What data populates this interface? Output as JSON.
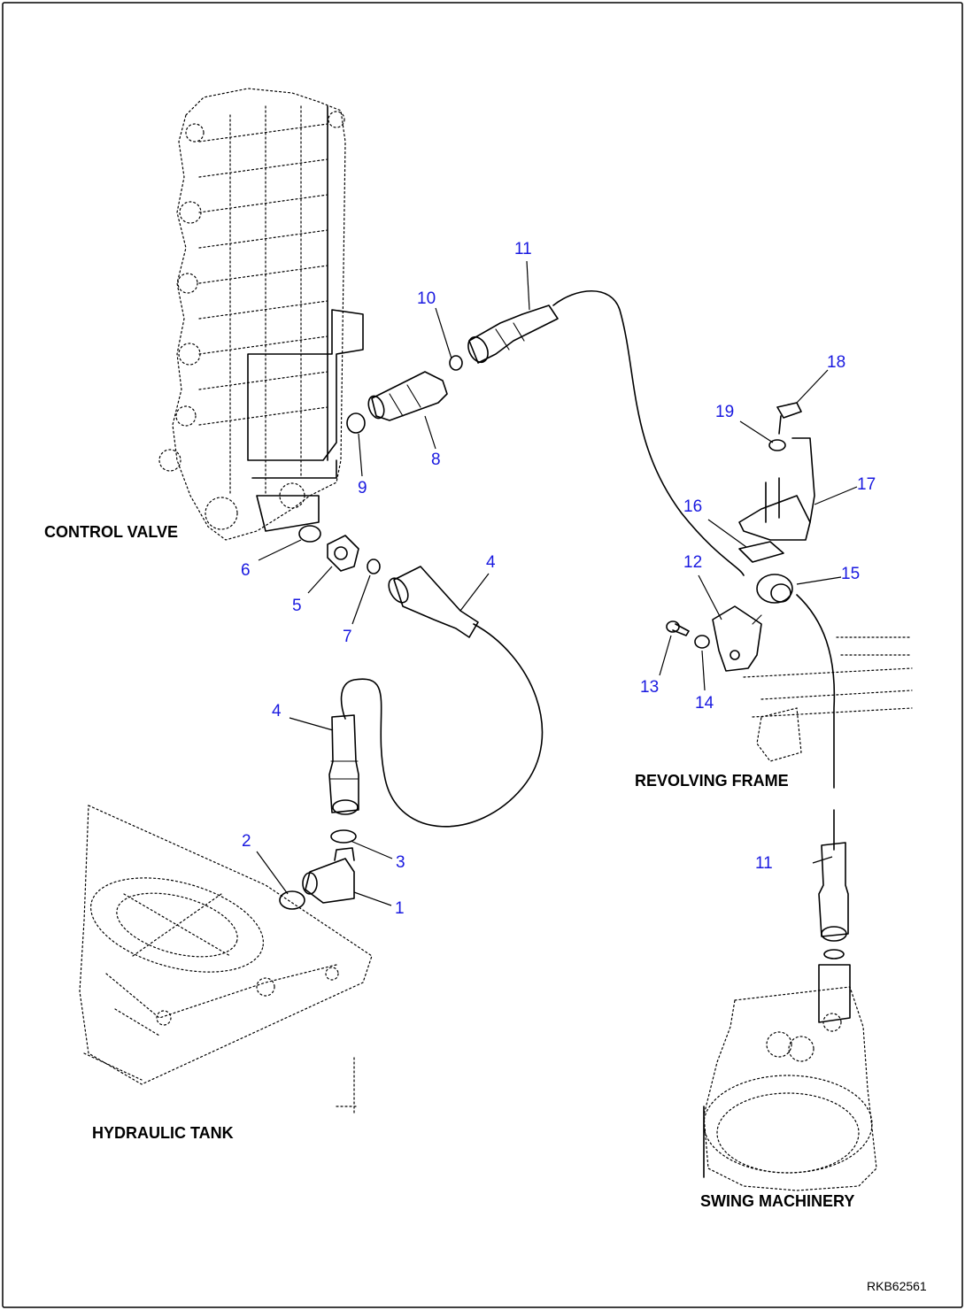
{
  "regions": {
    "control_valve": "CONTROL VALVE",
    "hydraulic_tank": "HYDRAULIC TANK",
    "revolving_frame": "REVOLVING FRAME",
    "swing_machinery": "SWING MACHINERY"
  },
  "callouts": {
    "c1": "1",
    "c2": "2",
    "c3": "3",
    "c4a": "4",
    "c4b": "4",
    "c5": "5",
    "c6": "6",
    "c7": "7",
    "c8": "8",
    "c9": "9",
    "c10": "10",
    "c11a": "11",
    "c11b": "11",
    "c12": "12",
    "c13": "13",
    "c14": "14",
    "c15": "15",
    "c16": "16",
    "c17": "17",
    "c18": "18",
    "c19": "19"
  },
  "drawing_code": "RKB62561",
  "colors": {
    "callout": "#1a1ae0",
    "line": "#000000",
    "background": "#ffffff"
  }
}
